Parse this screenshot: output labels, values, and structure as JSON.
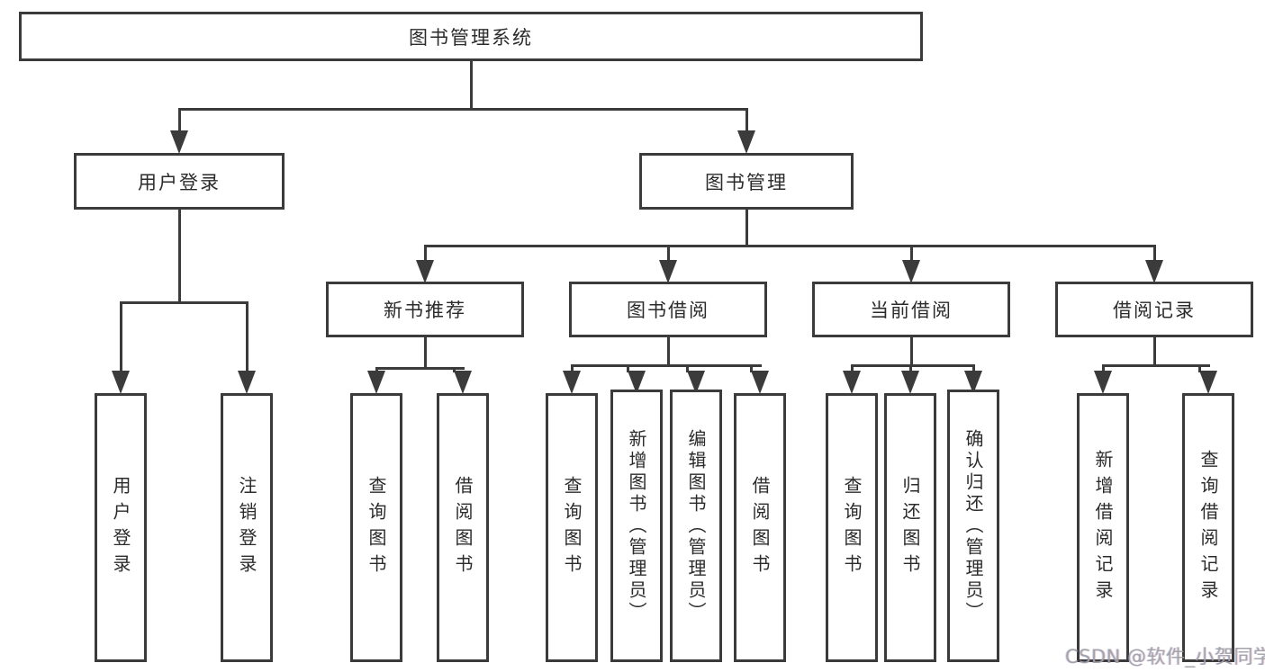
{
  "colors": {
    "line": "#3b3b3b",
    "text": "#2b2b2b",
    "background": "#ffffff",
    "watermark": "#9ea1a8"
  },
  "diagram": {
    "root": {
      "label": "图书管理系统"
    },
    "level2": [
      {
        "label": "用户登录"
      },
      {
        "label": "图书管理"
      }
    ],
    "level3": [
      {
        "label": "新书推荐",
        "parent": "图书管理"
      },
      {
        "label": "图书借阅",
        "parent": "图书管理"
      },
      {
        "label": "当前借阅",
        "parent": "图书管理"
      },
      {
        "label": "借阅记录",
        "parent": "图书管理"
      }
    ],
    "leaves": [
      {
        "label": "用户登录",
        "parent": "用户登录"
      },
      {
        "label": "注销登录",
        "parent": "用户登录"
      },
      {
        "label": "查询图书",
        "parent": "新书推荐"
      },
      {
        "label": "借阅图书",
        "parent": "新书推荐"
      },
      {
        "label": "查询图书",
        "parent": "图书借阅"
      },
      {
        "label": "新增图书（管理员）",
        "parent": "图书借阅"
      },
      {
        "label": "编辑图书（管理员）",
        "parent": "图书借阅"
      },
      {
        "label": "借阅图书",
        "parent": "图书借阅"
      },
      {
        "label": "查询图书",
        "parent": "当前借阅"
      },
      {
        "label": "归还图书",
        "parent": "当前借阅"
      },
      {
        "label": "确认归还（管理员）",
        "parent": "当前借阅"
      },
      {
        "label": "新增借阅记录",
        "parent": "借阅记录"
      },
      {
        "label": "查询借阅记录",
        "parent": "借阅记录"
      }
    ]
  },
  "watermark": {
    "text": "CSDN @软件_小贺同学"
  }
}
